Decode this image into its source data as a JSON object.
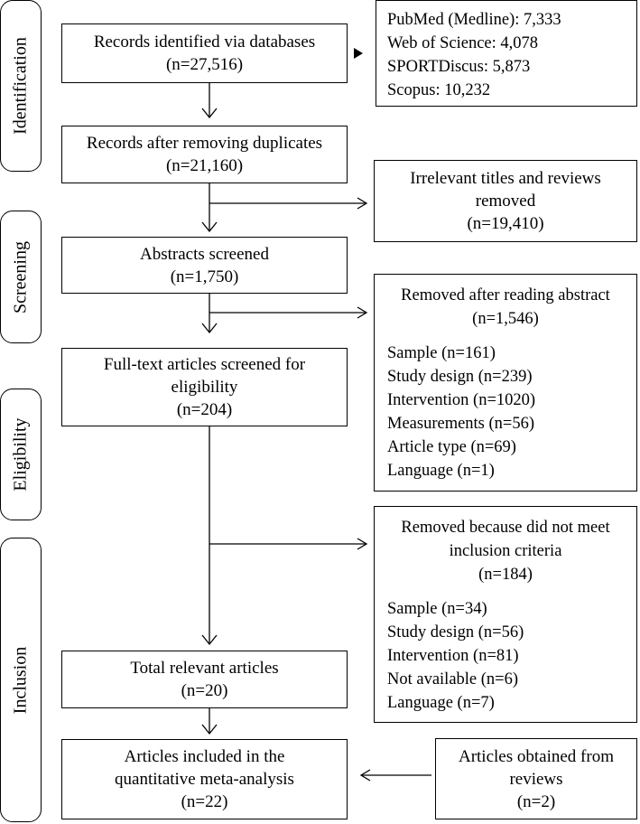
{
  "stages": {
    "identification": "Identification",
    "screening": "Screening",
    "eligibility": "Eligibility",
    "inclusion": "Inclusion"
  },
  "main": {
    "records_identified": {
      "line1": "Records identified via databases",
      "line2": "(n=27,516)"
    },
    "after_duplicates": {
      "line1": "Records after removing duplicates",
      "line2": "(n=21,160)"
    },
    "abstracts": {
      "line1": "Abstracts screened",
      "line2": "(n=1,750)"
    },
    "fulltext": {
      "line1": "Full-text articles screened for",
      "line2": "eligibility",
      "line3": "(n=204)"
    },
    "relevant": {
      "line1": "Total relevant articles",
      "line2": "(n=20)"
    },
    "included": {
      "line1": "Articles included in the",
      "line2": "quantitative meta-analysis",
      "line3": "(n=22)"
    }
  },
  "side": {
    "databases": [
      "PubMed (Medline): 7,333",
      "Web of Science: 4,078",
      "SPORTDiscus: 5,873",
      "Scopus: 10,232"
    ],
    "irrelevant": {
      "line1": "Irrelevant titles and reviews",
      "line2": "removed",
      "line3": "(n=19,410)"
    },
    "abstract_removed": {
      "header1": "Removed after reading abstract",
      "header2": "(n=1,546)",
      "items": [
        "Sample (n=161)",
        "Study design (n=239)",
        "Intervention (n=1020)",
        "Measurements (n=56)",
        "Article type (n=69)",
        "Language (n=1)"
      ]
    },
    "criteria_removed": {
      "header1": "Removed because did not meet",
      "header2": "inclusion criteria",
      "header3": "(n=184)",
      "items": [
        "Sample (n=34)",
        "Study design (n=56)",
        "Intervention (n=81)",
        "Not available (n=6)",
        "Language (n=7)"
      ]
    },
    "reviews": {
      "line1": "Articles obtained from",
      "line2": "reviews",
      "line3": "(n=2)"
    }
  }
}
